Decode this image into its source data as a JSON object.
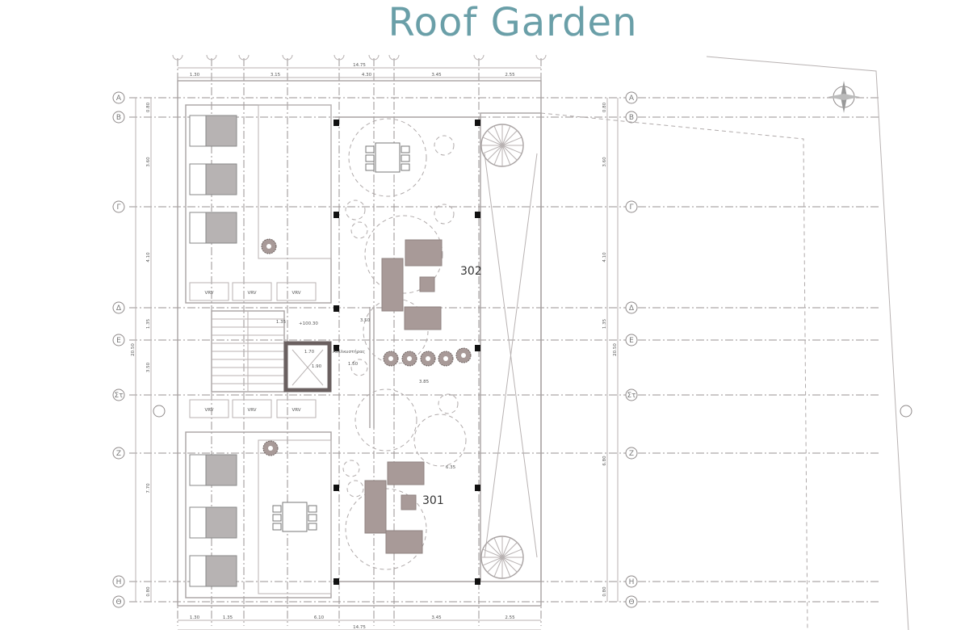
{
  "title": "Roof Garden",
  "units": [
    {
      "label": "302"
    },
    {
      "label": "301"
    }
  ],
  "grid_rows": [
    "Α",
    "Β",
    "Γ",
    "Δ",
    "Ε",
    "Στ",
    "Ζ",
    "Η",
    "Θ"
  ],
  "top_dims": {
    "overall": "14.75",
    "segments": [
      "1.30",
      "3.15",
      "4.30",
      "3.45",
      "2.55"
    ]
  },
  "bottom_dims": {
    "overall": "14.75",
    "segments": [
      "1.30",
      "1.35",
      "6.10",
      "3.45",
      "2.55"
    ]
  },
  "left_dims": {
    "overall": "20.50",
    "segments": [
      "0.80",
      "3.60",
      "4.10",
      "1.35",
      "3.50",
      "7.70",
      "0.80"
    ]
  },
  "right_dims": {
    "overall": "20.50",
    "segments": [
      "0.80",
      "3.60",
      "4.10",
      "1.35",
      "6.80",
      "0.80"
    ]
  },
  "interior_dims": [
    "1.70",
    "1.90",
    "1.50",
    "3.85",
    "1.35",
    "6.35",
    "3.50"
  ],
  "vrv_label": "VRV",
  "elevator_label": "Ανελκυστήρας",
  "level_label": "+100.30",
  "colors": {
    "title": "#6a9fa8",
    "furniture": "#a89a98",
    "lines": "#9a9393"
  }
}
